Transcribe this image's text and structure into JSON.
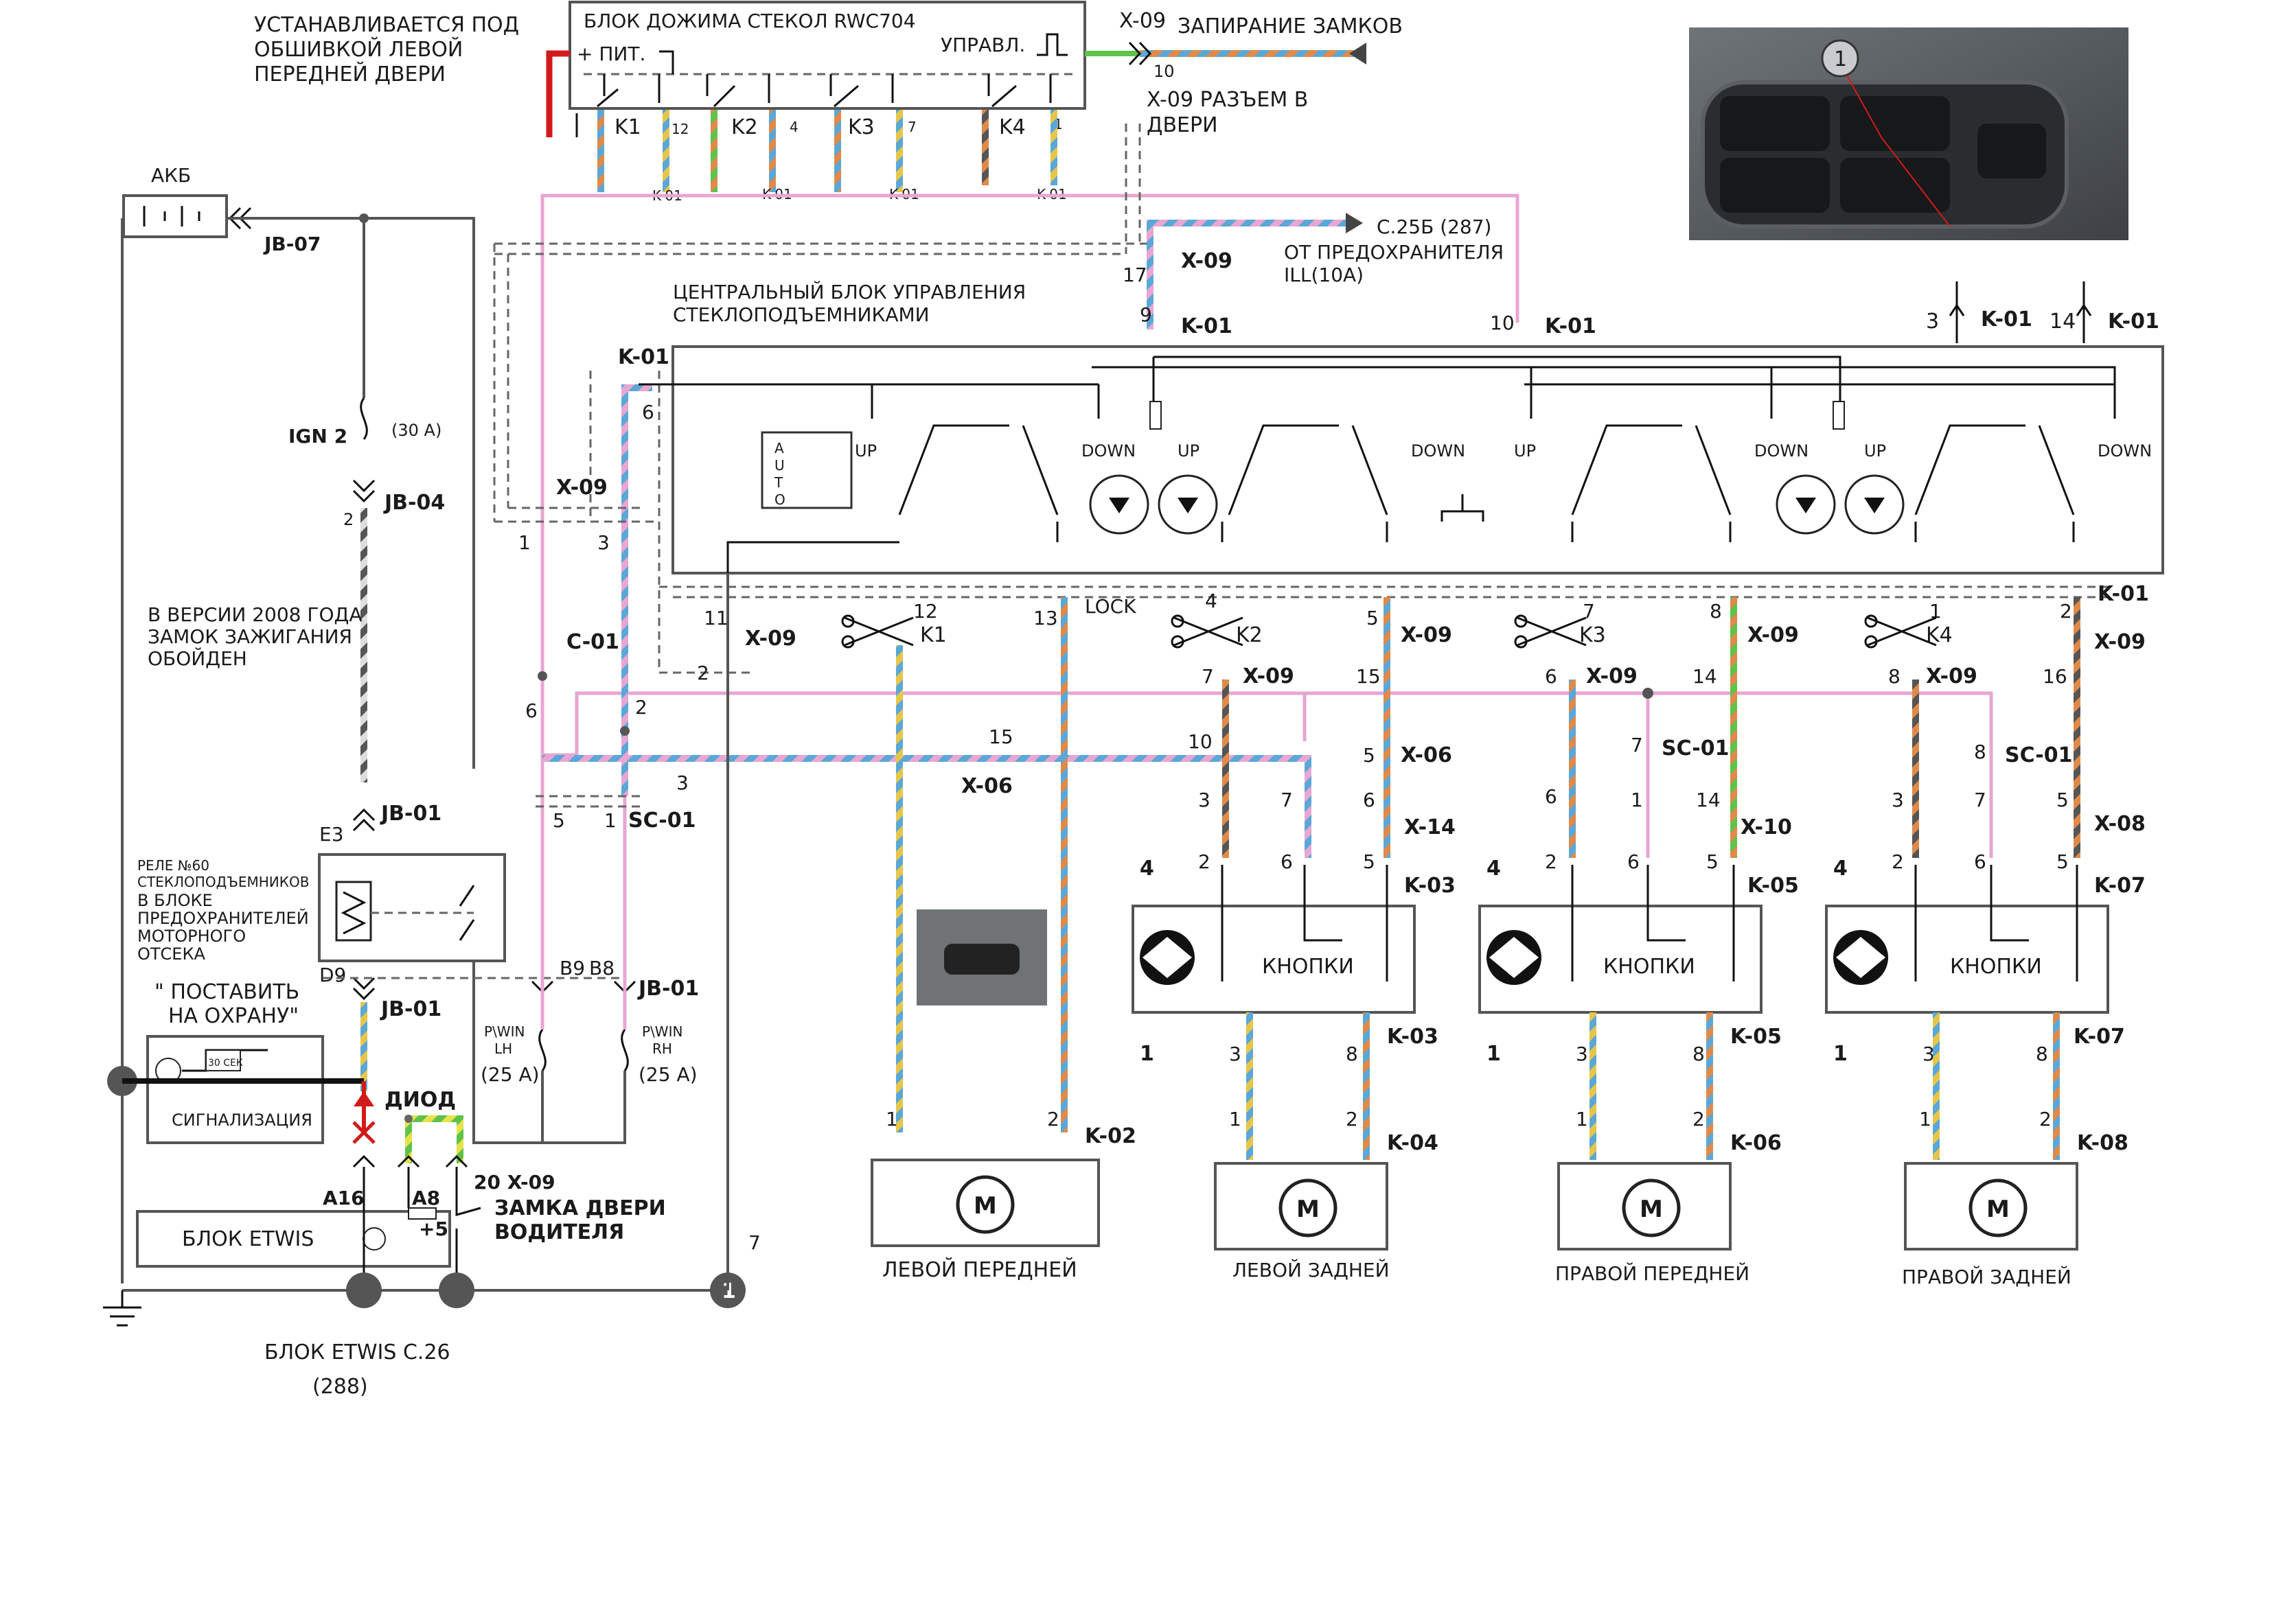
{
  "labels": {
    "install_note": [
      "УСТАНАВЛИВАЕТСЯ ПОД",
      "ОБШИВКОЙ ЛЕВОЙ",
      "ПЕРЕДНЕЙ ДВЕРИ"
    ],
    "rwc_title": "БЛОК ДОЖИМА СТЕКОЛ  RWC704",
    "rwc_power": "+ ПИТ.",
    "rwc_control": "УПРАВЛ.",
    "lock_x09": "X-09",
    "lock_label": "ЗАПИРАНИЕ ЗАМКОВ",
    "lock_pin": "10",
    "door_conn": [
      "X-09 РАЗЪЕМ В",
      "ДВЕРИ"
    ],
    "akb": "АКБ",
    "jb07": "JB-07",
    "fuse_src": "C.25Б (287)",
    "fuse_from": [
      "ОТ ПРЕДОХРАНИТЕЛЯ",
      "ILL(10A)"
    ],
    "central_block": [
      "ЦЕНТРАЛЬНЫЙ БЛОК УПРАВЛЕНИЯ",
      "СТЕКЛОПОДЪЕМНИКАМИ"
    ],
    "ign": "IGN 2",
    "fuse_30": "(30 A)",
    "jb04": "JB-04",
    "version_note": [
      "В ВЕРСИИ 2008 ГОДА",
      "ЗАМОК ЗАЖИГАНИЯ",
      "ОБОЙДЕН"
    ],
    "jb01": "JB-01",
    "e3": "E3",
    "d9": "D9",
    "relay_note": [
      "РЕЛЕ №60",
      "СТЕКЛОПОДЪЕМНИКОВ",
      "В БЛОКЕ",
      "ПРЕДОХРАНИТЕЛЕЙ",
      "МОТОРНОГО",
      "ОТСЕКА"
    ],
    "guard": [
      "\" ПОСТАВИТЬ",
      "НА ОХРАНУ\""
    ],
    "sec30": "30 СЕК",
    "signal": "СИГНАЛИЗАЦИЯ",
    "diode": "ДИОД",
    "a16": "A16",
    "a8": "A8",
    "plus5": "+5",
    "x09_20": "20  X-09",
    "driver_lock": [
      "ЗАМКА ДВЕРИ",
      "ВОДИТЕЛЯ"
    ],
    "etwis": "БЛОК ETWIS",
    "etwis_c26": "БЛОК ETWIS C.26",
    "etwis_288": "(288)",
    "pwin_lh": [
      "P\\WIN",
      "LH"
    ],
    "pwin_rh": [
      "P\\WIN",
      "RH"
    ],
    "fuse_25": "(25 A)",
    "b9": "B9",
    "b8": "B8",
    "lock_word": "LOCK",
    "buttons": "КНОПКИ",
    "motor": "M",
    "up": "UP",
    "down": "DOWN",
    "auto": [
      "A",
      "U",
      "T",
      "O"
    ]
  },
  "connectors": {
    "x09": "X-09",
    "k01": "K-01",
    "c01": "C-01",
    "sc01": "SC-01",
    "x06": "X-06",
    "x14": "X-14",
    "x10": "X-10",
    "x08": "X-08",
    "k03": "K-03",
    "k05": "K-05",
    "k07": "K-07",
    "k02": "K-02",
    "k04": "K-04",
    "k06": "K-06",
    "k08": "K-08"
  },
  "relays": [
    "K1",
    "K2",
    "K3",
    "K4"
  ],
  "rwc_pins": [
    "12",
    "4",
    "7",
    "1"
  ],
  "pins": {
    "p10": "10",
    "p9": "9",
    "p17": "17",
    "p3": "3",
    "p14": "14",
    "p6": "6",
    "p1": "1",
    "p11": "11",
    "p2": "2",
    "p12": "12",
    "p13": "13",
    "p5": "5",
    "p7": "7",
    "p15": "15",
    "p8": "8",
    "p16": "16",
    "p4": "4"
  },
  "motors": [
    "ЛЕВОЙ ПЕРЕДНЕЙ",
    "ЛЕВОЙ ЗАДНЕЙ",
    "ПРАВОЙ ПЕРЕДНЕЙ",
    "ПРАВОЙ ЗАДНЕЙ"
  ],
  "photo_marker": "1",
  "ground_marker": "1",
  "colors": {
    "wire_gray": "#555555",
    "wire_pink": "#e8a6d2",
    "wire_blue": "#5aa7d8",
    "wire_orange": "#e08a4a",
    "wire_yellow": "#e6c64a",
    "wire_green": "#5ec24b",
    "wire_red": "#d21a1a"
  }
}
